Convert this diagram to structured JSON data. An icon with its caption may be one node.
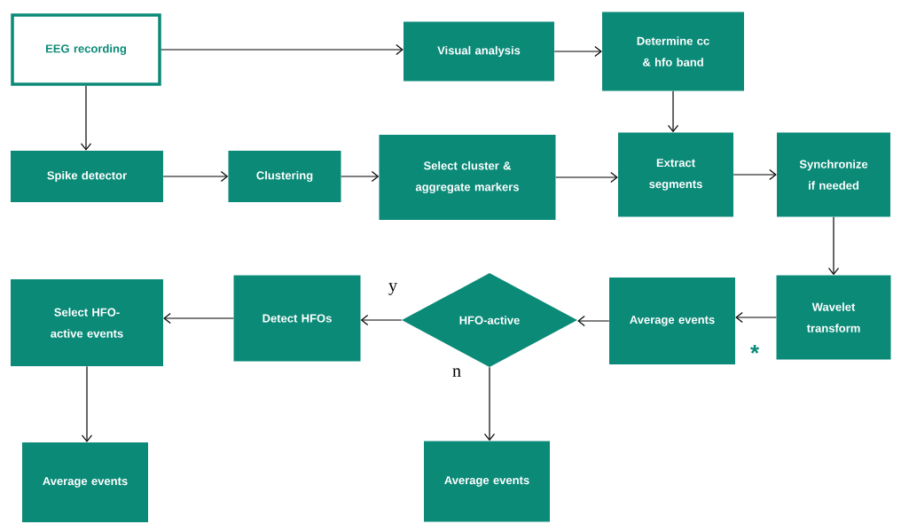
{
  "diagram": {
    "nodes": [
      {
        "text": [
          "EEG recording"
        ]
      },
      {
        "text": [
          "Visual analysis"
        ]
      },
      {
        "text": [
          "Determine cc & hfo band"
        ]
      },
      {
        "text": [
          "Spike detector"
        ]
      },
      {
        "text": [
          "Clustering"
        ]
      },
      {
        "text": [
          "Select cluster & aggregate markers"
        ]
      },
      {
        "text": [
          "Extract segments"
        ]
      },
      {
        "text": [
          "Synchronize if needed"
        ]
      },
      {
        "text": [
          "Wavelet transform"
        ]
      },
      {
        "text": [
          "Average events"
        ]
      },
      {
        "text": [
          "HFO-active"
        ]
      },
      {
        "text": [
          "Detect HFOs"
        ]
      },
      {
        "text": [
          "Select HFO-active events"
        ]
      },
      {
        "text": [
          "Average events"
        ]
      },
      {
        "text": [
          "Average events"
        ]
      }
    ],
    "edges": [
      {
        "from": 0,
        "to": 1,
        "arrow": "to"
      },
      {
        "from": 1,
        "to": 2,
        "arrow": "to"
      },
      {
        "from": 2,
        "to": 6,
        "arrow": "to"
      },
      {
        "from": 0,
        "to": 3,
        "arrow": "to"
      },
      {
        "from": 3,
        "to": 4,
        "arrow": "to"
      },
      {
        "from": 4,
        "to": 5,
        "arrow": "to"
      },
      {
        "from": 5,
        "to": 6,
        "arrow": "to"
      },
      {
        "from": 6,
        "to": 7,
        "arrow": "to"
      },
      {
        "from": 7,
        "to": 8,
        "arrow": "to"
      },
      {
        "from": 8,
        "to": 9,
        "arrow": "to"
      },
      {
        "from": 9,
        "to": 10,
        "arrow": "to"
      },
      {
        "from": 10,
        "to": 11,
        "label": "y",
        "arrow": "to"
      },
      {
        "from": 11,
        "to": 12,
        "arrow": "to"
      },
      {
        "from": 12,
        "to": 13,
        "arrow": "to"
      },
      {
        "from": 10,
        "to": 14,
        "label": "n",
        "arrow": "to"
      }
    ],
    "labels": [
      "*"
    ]
  }
}
